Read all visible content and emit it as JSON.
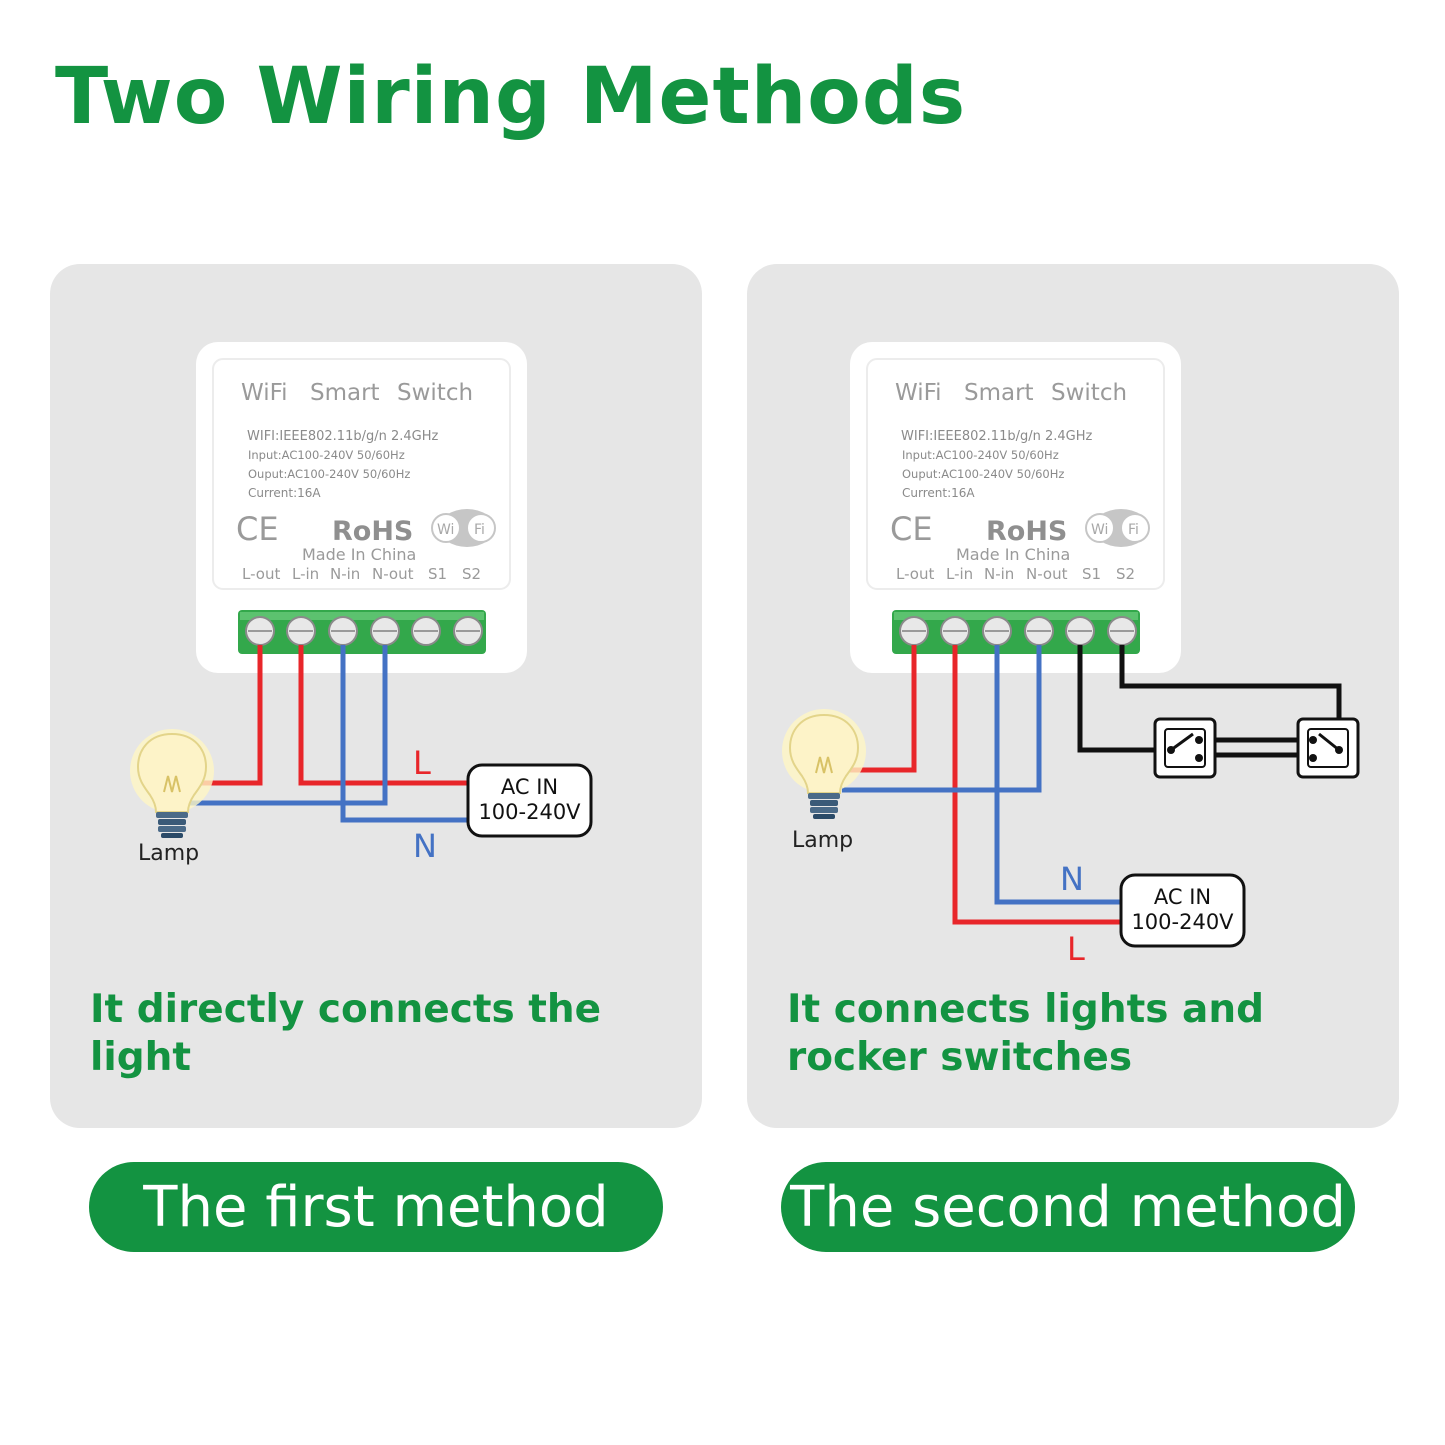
{
  "title": "Two Wiring Methods",
  "colors": {
    "brand_green": "#139341",
    "live_wire": "#e8262a",
    "neutral_wire": "#4472c4",
    "switch_wire": "#111111",
    "panel_bg": "#e6e6e6"
  },
  "device": {
    "heading": [
      "WiFi",
      "Smart",
      "Switch"
    ],
    "spec_lines": [
      "WIFI:IEEE802.11b/g/n 2.4GHz",
      "Input:AC100-240V 50/60Hz",
      "Ouput:AC100-240V 50/60Hz",
      "Current:16A"
    ],
    "ce_mark": "CE",
    "rohs_mark": "RoHS",
    "wifi_logo": [
      "Wi",
      "Fi"
    ],
    "origin": "Made  In  China",
    "terminals": [
      "L-out",
      "L-in",
      "N-in",
      "N-out",
      "S1",
      "S2"
    ]
  },
  "methods": [
    {
      "lamp_label": "Lamp",
      "ac_label": [
        "AC IN",
        "100-240V"
      ],
      "live_label": "L",
      "neutral_label": "N",
      "caption": "It directly connects the light",
      "method_label": "The first method"
    },
    {
      "lamp_label": "Lamp",
      "ac_label": [
        "AC IN",
        "100-240V"
      ],
      "live_label": "L",
      "neutral_label": "N",
      "caption": "It connects lights and rocker switches",
      "method_label": "The second method"
    }
  ]
}
